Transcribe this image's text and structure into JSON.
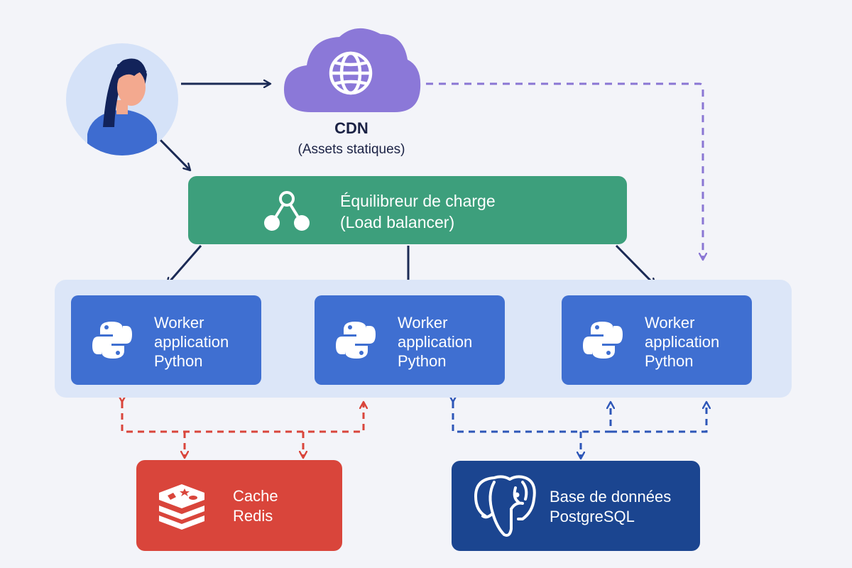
{
  "cdn": {
    "title": "CDN",
    "subtitle": "(Assets statiques)"
  },
  "load_balancer": {
    "line1": "Équilibreur de charge",
    "line2": "(Load balancer)"
  },
  "workers": [
    {
      "line1": "Worker",
      "line2": "application",
      "line3": "Python"
    },
    {
      "line1": "Worker",
      "line2": "application",
      "line3": "Python"
    },
    {
      "line1": "Worker",
      "line2": "application",
      "line3": "Python"
    }
  ],
  "cache": {
    "line1": "Cache",
    "line2": "Redis"
  },
  "database": {
    "line1": "Base de données",
    "line2": "PostgreSQL"
  },
  "icons": {
    "user": "user-avatar-icon",
    "cdn": "globe-icon",
    "load_balancer": "network-nodes-icon",
    "worker": "python-logo-icon",
    "cache": "redis-logo-icon",
    "database": "postgresql-elephant-icon"
  },
  "colors": {
    "background": "#f3f4f9",
    "arrow_solid": "#1b2a55",
    "cdn_cloud": "#8b78d8",
    "cdn_link": "#8a76d4",
    "load_balancer": "#3d9f7c",
    "workers_zone": "#dce6f8",
    "worker": "#3f6fd1",
    "cache": "#d9453b",
    "cache_link": "#d9453b",
    "database": "#1b4590",
    "database_link": "#2d56b8"
  }
}
